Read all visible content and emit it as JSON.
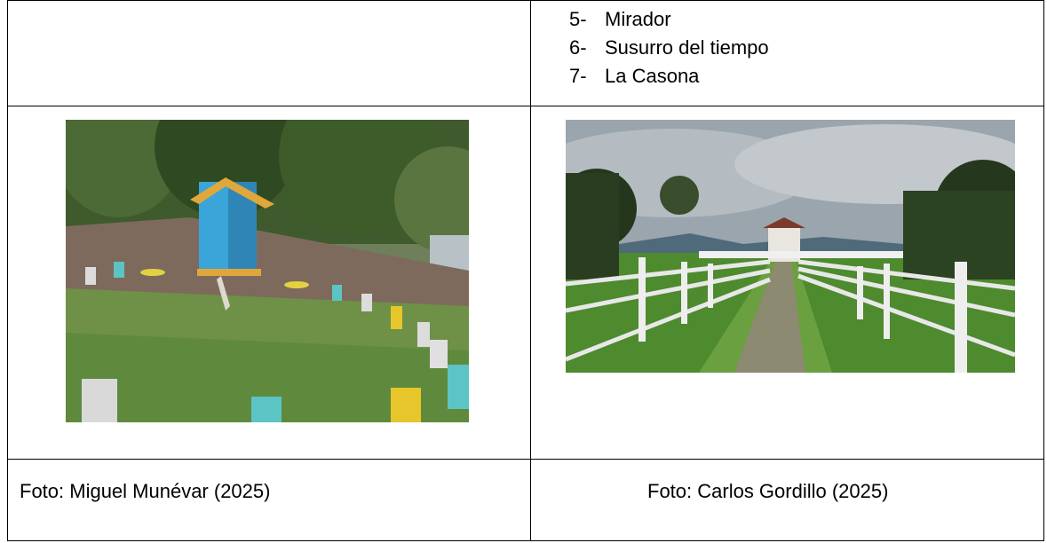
{
  "list_items": [
    {
      "number": "5-",
      "label": "Mirador"
    },
    {
      "number": "6-",
      "label": "Susurro del tiempo"
    },
    {
      "number": "7-",
      "label": "La Casona"
    }
  ],
  "photos": {
    "left": {
      "caption": "Foto: Miguel Munévar (2025)"
    },
    "right": {
      "caption": "Foto: Carlos Gordillo (2025)"
    }
  }
}
